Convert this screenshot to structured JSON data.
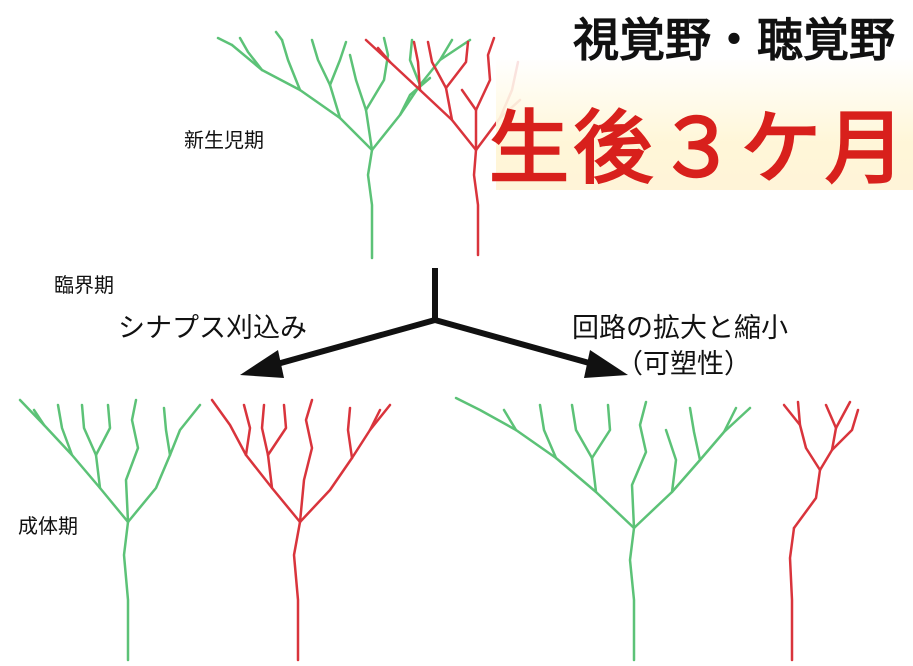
{
  "title": {
    "main": "視覚野・聴覚野",
    "highlight": "生後３ケ月"
  },
  "stages": {
    "newborn": "新生児期",
    "critical": "臨界期",
    "adult": "成体期"
  },
  "processes": {
    "pruning": "シナプス刈込み",
    "plasticity_line1": "回路の拡大と縮小",
    "plasticity_line2": "（可塑性）"
  },
  "colors": {
    "green_neuron": "#5cc277",
    "red_neuron": "#d9343c",
    "arrow": "#111111",
    "highlight_text": "#d8201c"
  }
}
